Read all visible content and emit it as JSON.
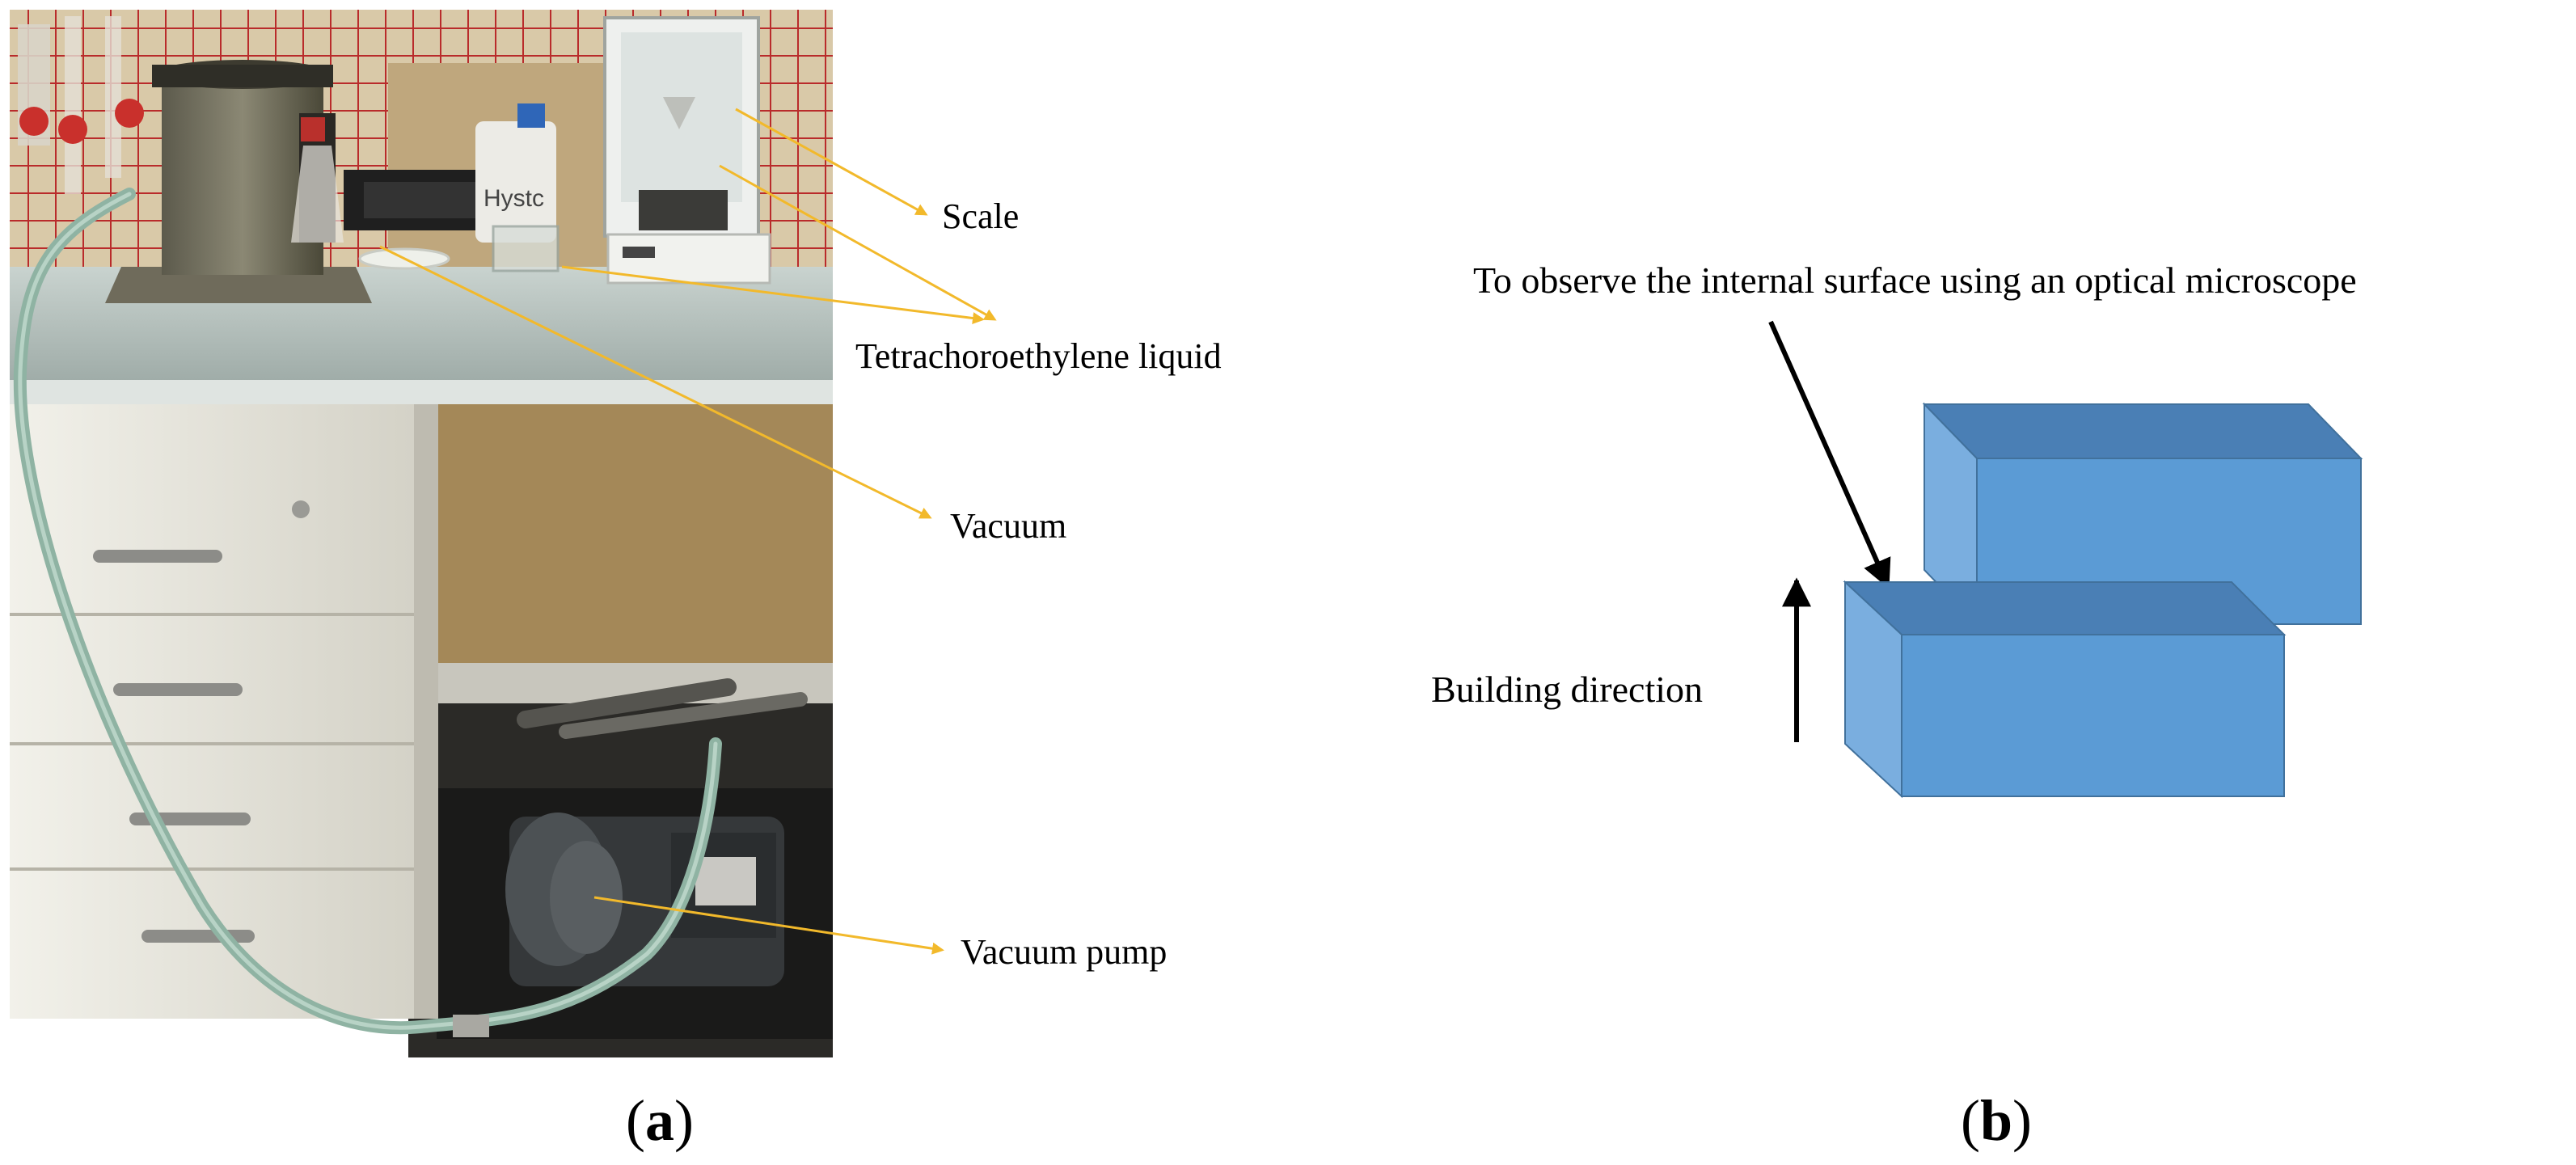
{
  "panel_a": {
    "labels": {
      "scale": "Scale",
      "tetrachoroethylene": "Tetrachoroethylene liquid",
      "vacuum": "Vacuum",
      "vacuum_pump": "Vacuum pump"
    },
    "bottle_text": "Hystc",
    "caption_open": "(",
    "caption_letter": "a",
    "caption_close": ")"
  },
  "panel_b": {
    "observe_label": "To observe the internal surface using an optical microscope",
    "building_direction_label": "Building direction",
    "caption_open": "(",
    "caption_letter": "b",
    "caption_close": ")"
  },
  "colors": {
    "leader_line": "#f2b92b",
    "block_front": "#5b9bd5",
    "block_top": "#4a7fb5",
    "block_side": "#7aaedf",
    "block_edge": "#41719c"
  }
}
